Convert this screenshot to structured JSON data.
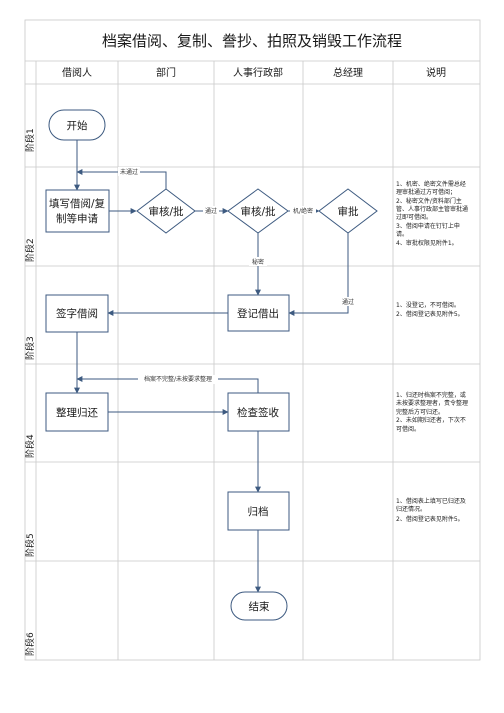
{
  "title": "档案借阅、复制、誊抄、拍照及销毁工作流程",
  "columns": [
    "借阅人",
    "部门",
    "人事行政部",
    "总经理",
    "说明"
  ],
  "stages": [
    "阶段1",
    "阶段2",
    "阶段3",
    "阶段4",
    "阶段5",
    "阶段6"
  ],
  "nodes": {
    "start": "开始",
    "apply": [
      "填写借阅/复",
      "制等申请"
    ],
    "dept_review": "审核/批",
    "hr_review": "审核/批",
    "gm_approve": "审批",
    "register_borrow": "登记借出",
    "sign_borrow": "签字借阅",
    "organize_return": "整理归还",
    "inspect_sign": "检查签收",
    "archive": "归档",
    "end": "结束"
  },
  "edge_labels": {
    "not_passed": "未通过",
    "passed_1": "通过",
    "confidential": "机/绝密",
    "secret": "秘密",
    "passed_2": "通过",
    "incomplete": "档案不完整/未按要求整理"
  },
  "notes": {
    "stage2": [
      "1、机密、绝密文件需总经",
      "理审批通过方可借阅；",
      "2、秘密文件/资料部门主",
      "管、人事行政部主管审批通",
      "过即可借阅。",
      "3、借阅申请在钉钉上申",
      "请。",
      "4、审批权限见附件1。"
    ],
    "stage3": [
      "1、没登记，不可借阅。",
      "2、借阅登记表见附件5。"
    ],
    "stage4": [
      "1、归还时档案不完整，或",
      "未按要求整理者，责令整理",
      "完整后方可归还。",
      "2、未如期归还者，下次不",
      "可借阅。"
    ],
    "stage5": [
      "1、借阅表上填写已归还及",
      "归还情况。",
      "2、借阅登记表见附件5。"
    ]
  }
}
